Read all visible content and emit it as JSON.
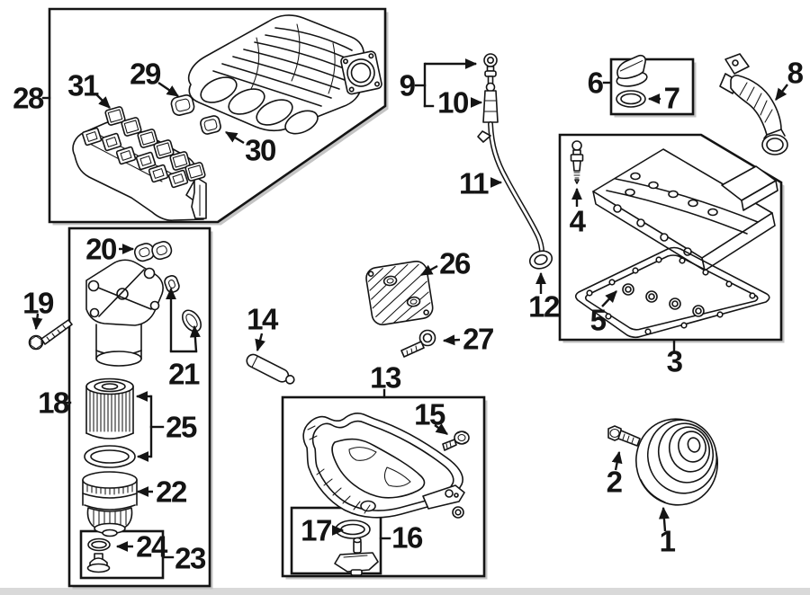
{
  "theme": {
    "background_color": "#ffffff",
    "line_color": "#141414",
    "box_fill": "#ffffff",
    "shadow_color": "#c4c4c4",
    "bottom_bar_color": "#d9d9d9"
  },
  "callouts": [
    {
      "n": "1"
    },
    {
      "n": "2"
    },
    {
      "n": "3"
    },
    {
      "n": "4"
    },
    {
      "n": "5"
    },
    {
      "n": "6"
    },
    {
      "n": "7"
    },
    {
      "n": "8"
    },
    {
      "n": "9"
    },
    {
      "n": "10"
    },
    {
      "n": "11"
    },
    {
      "n": "12"
    },
    {
      "n": "13"
    },
    {
      "n": "14"
    },
    {
      "n": "15"
    },
    {
      "n": "16"
    },
    {
      "n": "17"
    },
    {
      "n": "18"
    },
    {
      "n": "19"
    },
    {
      "n": "20"
    },
    {
      "n": "21"
    },
    {
      "n": "22"
    },
    {
      "n": "23"
    },
    {
      "n": "24"
    },
    {
      "n": "25"
    },
    {
      "n": "26"
    },
    {
      "n": "27"
    },
    {
      "n": "28"
    },
    {
      "n": "29"
    },
    {
      "n": "30"
    },
    {
      "n": "31"
    }
  ]
}
